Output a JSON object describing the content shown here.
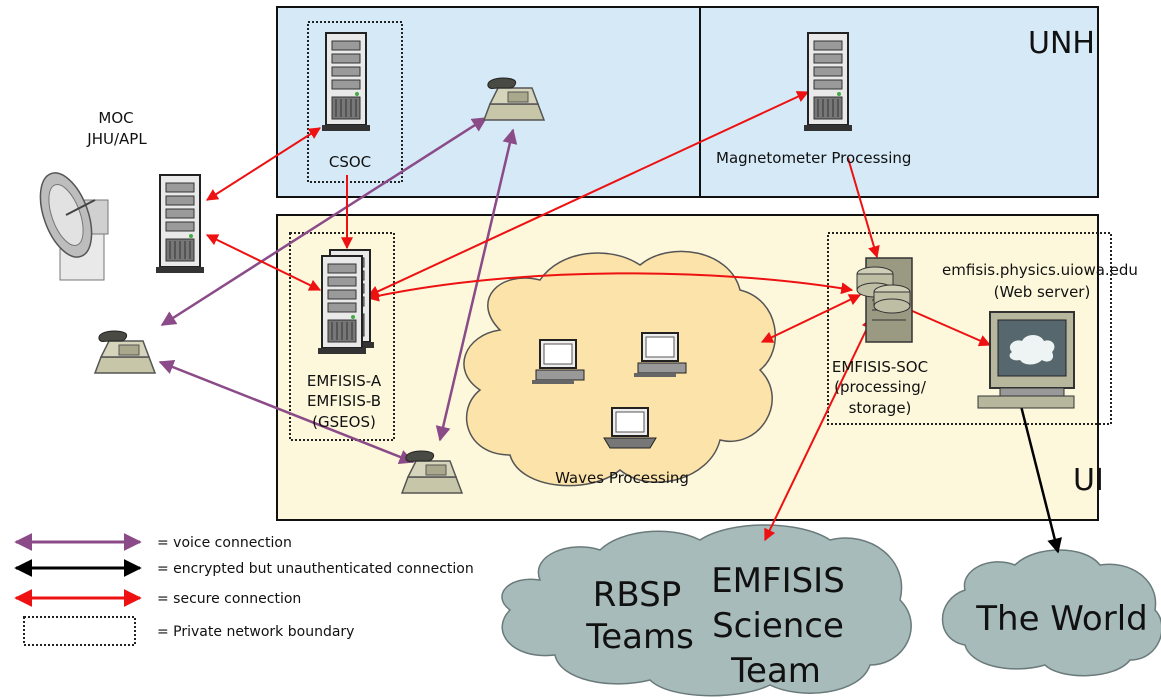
{
  "zones": {
    "unh": "UNH",
    "ui": "UI"
  },
  "nodes": {
    "moc_line1": "MOC",
    "moc_line2": "JHU/APL",
    "csoc": "CSOC",
    "magnetometer": "Magnetometer Processing",
    "gseos_line1": "EMFISIS-A",
    "gseos_line2": "EMFISIS-B",
    "gseos_line3": "(GSEOS)",
    "waves": "Waves Processing",
    "soc_line1": "EMFISIS-SOC",
    "soc_line2": "(processing/",
    "soc_line3": "storage)",
    "web_line1": "emfisis.physics.uiowa.edu",
    "web_line2": "(Web server)"
  },
  "clouds": {
    "rbsp_line1": "RBSP",
    "rbsp_line2": "Teams",
    "science_line1": "EMFISIS",
    "science_line2": "Science",
    "science_line3": "Team",
    "world": "The World"
  },
  "legend": {
    "voice": "= voice connection",
    "encrypted": "= encrypted but unauthenticated  connection",
    "secure": "= secure connection",
    "private": "= Private network boundary"
  },
  "colors": {
    "voice": "#8b4a88",
    "secure": "#ee1111",
    "encrypted": "#000000",
    "unh_zone": "#d5e9f7",
    "ui_zone": "#fdf8dc",
    "waves_cloud": "#fce3a9",
    "outer_cloud": "#a8bbbb"
  }
}
